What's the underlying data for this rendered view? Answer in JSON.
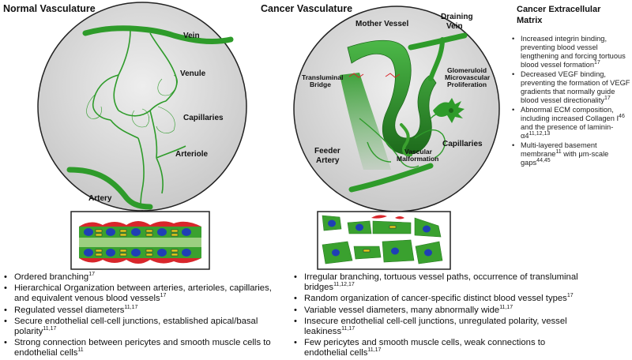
{
  "normal": {
    "title": "Normal Vasculature",
    "labels": {
      "vein": "Vein",
      "venule": "Venule",
      "capillaries": "Capillaries",
      "arteriole": "Arteriole",
      "artery": "Artery"
    },
    "bullets": [
      {
        "text": "Ordered branching",
        "sup": "17"
      },
      {
        "text": "Hierarchical Organization between arteries, arterioles, capillaries, and equivalent venous blood vessels",
        "sup": "17"
      },
      {
        "text": "Regulated vessel diameters",
        "sup": "11,17"
      },
      {
        "text": "Secure endothelial cell-cell junctions, established apical/basal polarity",
        "sup": "11,17"
      },
      {
        "text": "Strong connection between pericytes and smooth muscle cells to endothelial cells",
        "sup": "11"
      }
    ]
  },
  "cancer": {
    "title": "Cancer Vasculature",
    "labels": {
      "mother_vessel": "Mother Vessel",
      "draining_vein_1": "Draining",
      "draining_vein_2": "Vein",
      "transluminal_1": "Transluminal",
      "transluminal_2": "Bridge",
      "glomeruloid_1": "Glomeruloid",
      "glomeruloid_2": "Microvascular",
      "glomeruloid_3": "Proliferation",
      "capillaries": "Capillaries",
      "vascular_1": "Vascular",
      "vascular_2": "Malformation",
      "feeder_1": "Feeder",
      "feeder_2": "Artery"
    },
    "bullets": [
      {
        "text": "Irregular branching, tortuous vessel paths, occurrence of transluminal bridges",
        "sup": "11,12,17"
      },
      {
        "text": "Random organization of cancer-specific distinct blood vessel types",
        "sup": "17"
      },
      {
        "text": "Variable vessel diameters, many abnormally wide",
        "sup": "11,17"
      },
      {
        "text": "Insecure endothelial cell-cell junctions, unregulated polarity, vessel leakiness",
        "sup": "11,17"
      },
      {
        "text": "Few pericytes and smooth muscle cells, weak connections to endothelial cells",
        "sup": "11,17"
      }
    ]
  },
  "ecm": {
    "title_1": "Cancer Extracellular",
    "title_2": "Matrix",
    "bullets": [
      {
        "text": "Increased integrin binding, preventing blood vessel lengthening and forcing tortuous blood vessel formation",
        "sup": "17"
      },
      {
        "text": "Decreased VEGF binding, preventing the formation of VEGF gradients that normally guide blood vessel directionality",
        "sup": "17"
      },
      {
        "html_parts": [
          "Abnormal ECM composition, including increased Collagen I",
          "46",
          " and the presence of laminin-α4",
          "11,12,13"
        ]
      },
      {
        "html_parts": [
          "Multi-layered basement membrane",
          "11",
          " with μm-scale gaps",
          "44,45"
        ]
      }
    ]
  },
  "colors": {
    "vessel": "#2e9b2a",
    "vessel_dark": "#1f6e1c",
    "bg_circle": "#d9d9d9",
    "cell_green": "#3aa12f",
    "nucleus": "#1f3fb5",
    "pericyte": "#d8262b",
    "junction": "#e5d11a"
  }
}
